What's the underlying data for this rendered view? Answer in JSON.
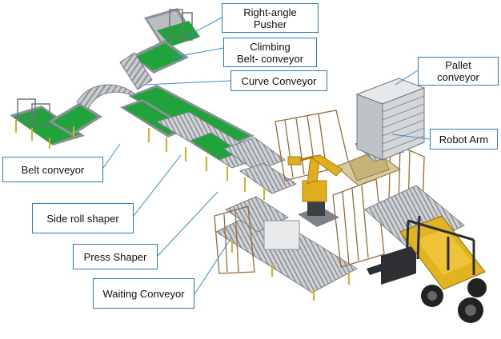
{
  "labels": {
    "pusher": [
      "Right-angle",
      "Pusher"
    ],
    "climbing": [
      "Climbing",
      "Belt- conveyor"
    ],
    "curve": "Curve Conveyor",
    "pallet": [
      "Pallet",
      "conveyor"
    ],
    "robot": "Robot Arm",
    "belt": "Belt conveyor",
    "side_roll": "Side roll shaper",
    "press": "Press Shaper",
    "waiting": "Waiting Conveyor"
  },
  "colors": {
    "belt_green": "#1fa33a",
    "frame_grey": "#8d9298",
    "roller_grey": "#b9bdc2",
    "leg_yellow": "#d9b21a",
    "robot_yellow": "#e0ad1f",
    "forklift_yellow": "#e2b320",
    "fence_brown": "#9b6a3c",
    "callout_border": "#2a7fc0",
    "leader_line": "#3c8fd0"
  }
}
